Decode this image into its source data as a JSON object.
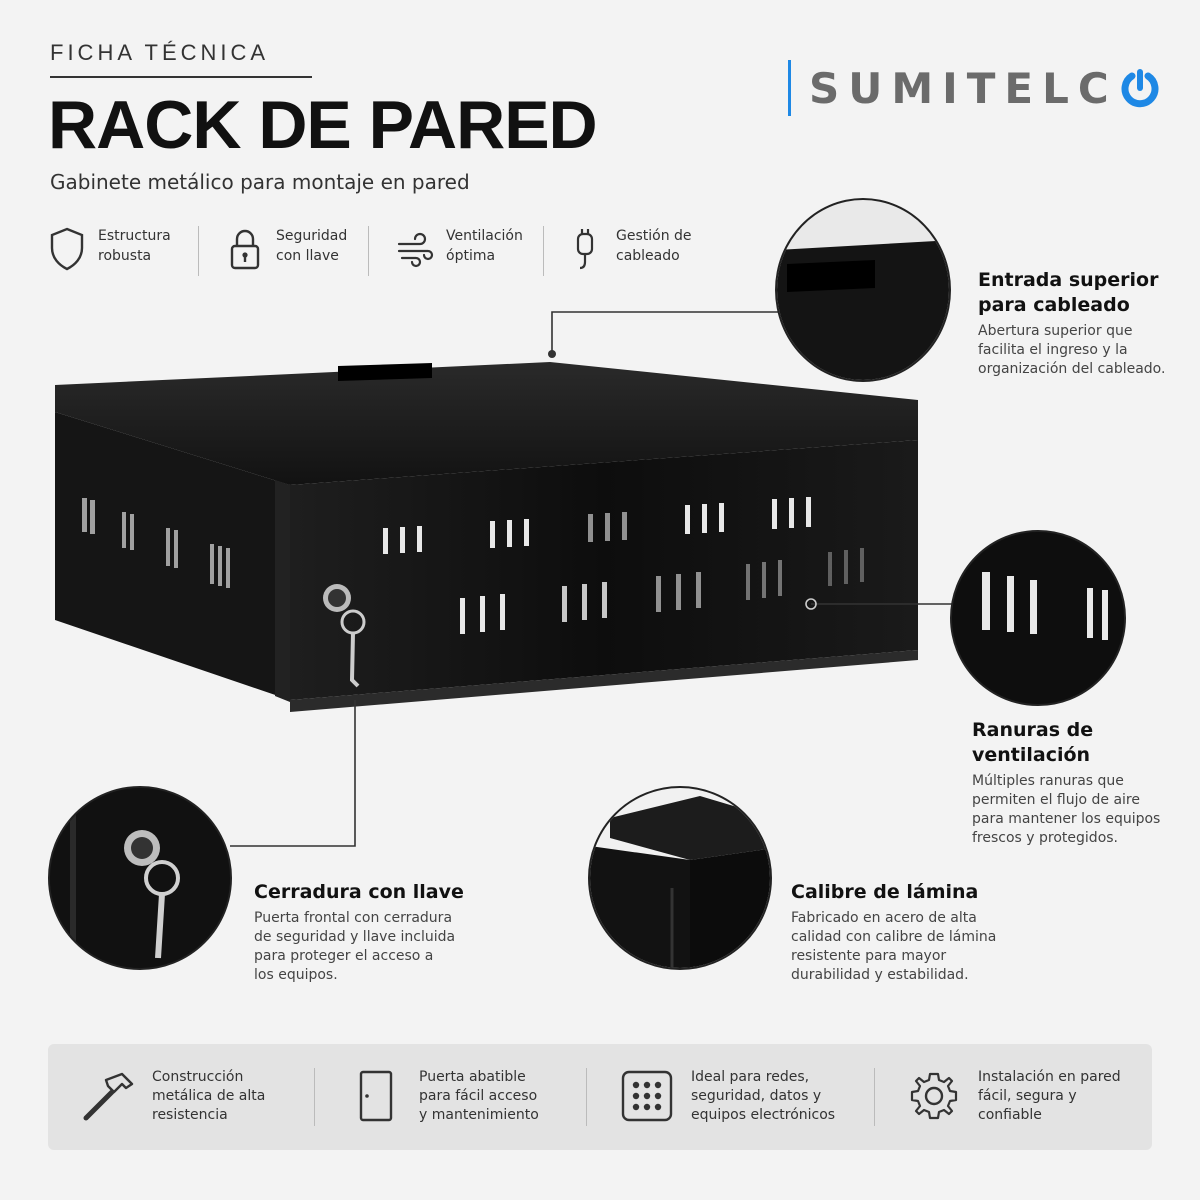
{
  "header": {
    "kicker": "FICHA TÉCNICA",
    "title": "RACK DE PARED",
    "subtitle": "Gabinete metálico para montaje en pared"
  },
  "brand": {
    "name": "SUMITELC",
    "accent_color": "#1e88e5"
  },
  "features": [
    {
      "icon": "shield-icon",
      "line1": "Estructura",
      "line2": "robusta"
    },
    {
      "icon": "padlock-icon",
      "line1": "Seguridad",
      "line2": "con llave"
    },
    {
      "icon": "wind-icon",
      "line1": "Ventilación",
      "line2": "óptima"
    },
    {
      "icon": "cable-plug-icon",
      "line1": "Gestión de",
      "line2": "cableado"
    }
  ],
  "callouts": {
    "top_entry": {
      "title_line1": "Entrada superior",
      "title_line2": "para cableado",
      "desc": [
        "Abertura superior que",
        "facilita el ingreso y la",
        "organización del cableado."
      ]
    },
    "vents": {
      "title_line1": "Ranuras de",
      "title_line2": "ventilación",
      "desc": [
        "Múltiples ranuras que",
        "permiten el flujo de aire",
        "para mantener los equipos",
        "frescos y protegidos."
      ]
    },
    "lock": {
      "title": "Cerradura con llave",
      "desc": [
        "Puerta frontal con cerradura",
        "de seguridad y llave incluida",
        "para proteger el acceso a",
        "los equipos."
      ]
    },
    "gauge": {
      "title": "Calibre de lámina",
      "desc": [
        "Fabricado en acero de alta",
        "calidad con calibre de lámina",
        "resistente para mayor",
        "durabilidad y estabilidad."
      ]
    }
  },
  "bottom_features": [
    {
      "icon": "hammer-icon",
      "lines": [
        "Construcción",
        "metálica de alta",
        "resistencia"
      ]
    },
    {
      "icon": "door-icon",
      "lines": [
        "Puerta abatible",
        "para fácil acceso",
        "y mantenimiento"
      ]
    },
    {
      "icon": "network-grid-icon",
      "lines": [
        "Ideal para redes,",
        "seguridad, datos y",
        "equipos electrónicos"
      ]
    },
    {
      "icon": "gear-icon",
      "lines": [
        "Instalación en pared",
        "fácil, segura y",
        "confiable"
      ]
    }
  ]
}
